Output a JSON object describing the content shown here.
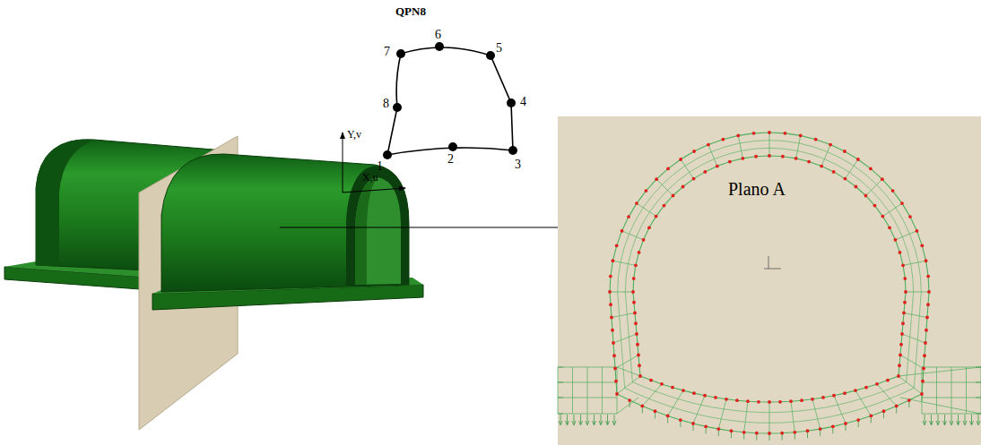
{
  "diagram": {
    "labels": [
      "QPN8",
      "1",
      "2",
      "3",
      "4",
      "5",
      "6",
      "7",
      "8",
      "Y,v",
      "X,u",
      "Plano A"
    ]
  }
}
